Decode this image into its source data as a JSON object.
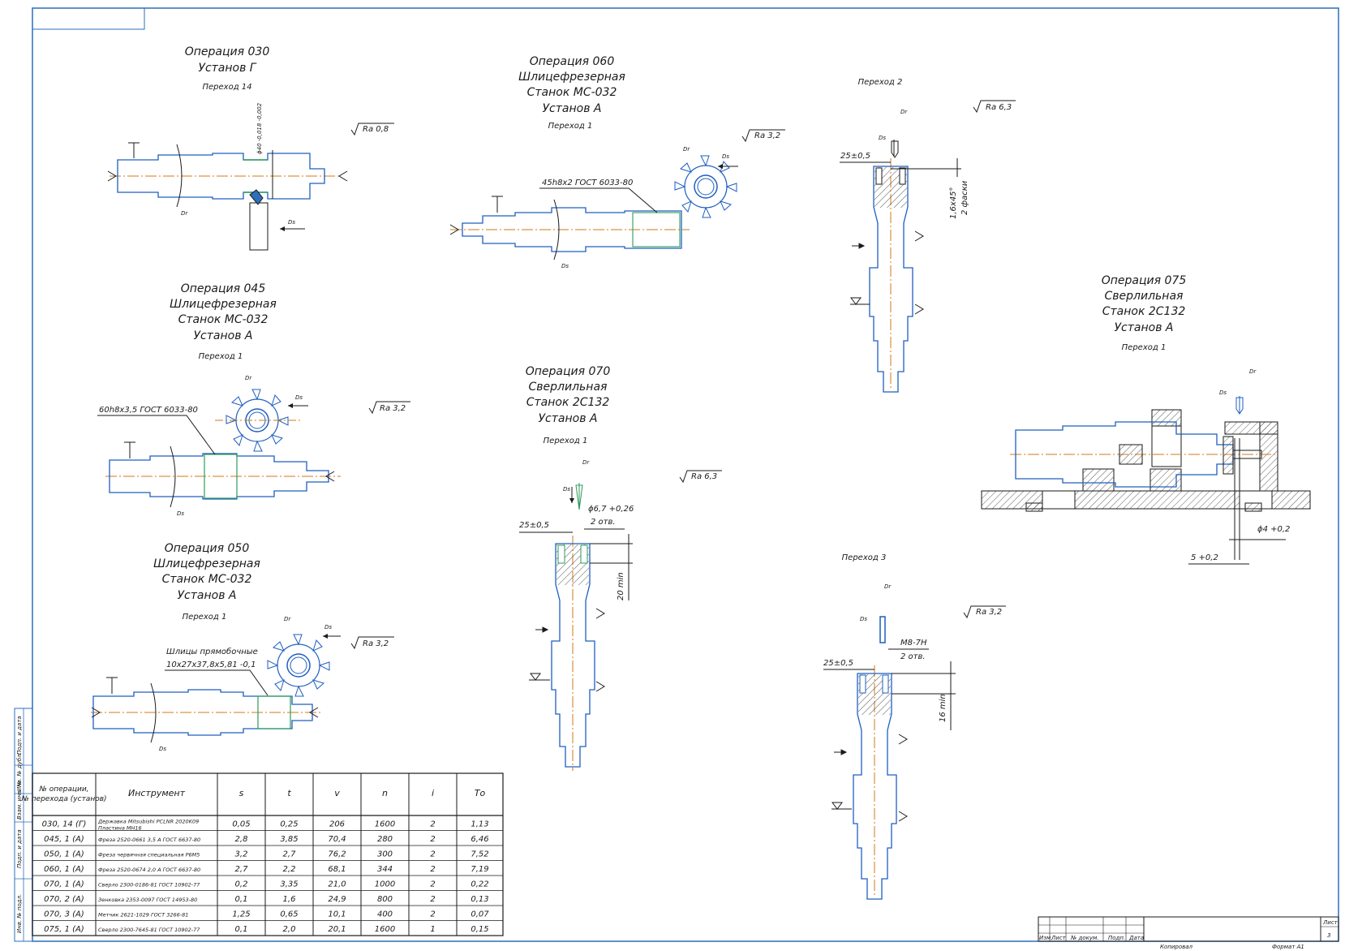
{
  "colors": {
    "frame": "#2a6ebb",
    "part": "#1f5fc0",
    "axis": "#d07a1a",
    "text": "#1a1a1a",
    "hatch": "#333333",
    "green": "#2e9b5a"
  },
  "operations": {
    "op030": {
      "lines": [
        "Операция 030",
        "Установ Г"
      ],
      "transition": "Переход 14",
      "dim": "ϕ40 -0,018 -0,002",
      "roughness": "Ra 0,8"
    },
    "op045": {
      "lines": [
        "Операция 045",
        "Шлицефрезерная",
        "Станок МС-032",
        "Установ А"
      ],
      "transition": "Переход 1",
      "callout": "60h8x3,5 ГОСТ 6033-80",
      "roughness": "Ra 3,2"
    },
    "op050": {
      "lines": [
        "Операция 050",
        "Шлицефрезерная",
        "Станок МС-032",
        "Установ А"
      ],
      "transition": "Переход 1",
      "callout": [
        "Шлицы прямобочные",
        "10x27x37,8x5,81 -0,1"
      ],
      "roughness": "Ra 3,2"
    },
    "op060": {
      "lines": [
        "Операция 060",
        "Шлицефрезерная",
        "Станок МС-032",
        "Установ А"
      ],
      "transition": "Переход 1",
      "callout": "45h8x2 ГОСТ 6033-80",
      "roughness": "Ra 3,2"
    },
    "op070": {
      "lines": [
        "Операция 070",
        "Сверлильная",
        "Станок 2С132",
        "Установ А"
      ],
      "transition": "Переход 1",
      "dims": [
        "25±0,5",
        "ϕ6,7 +0,26",
        "2 отв.",
        "20 min"
      ],
      "roughness": "Ra 6,3"
    },
    "p2": {
      "transition": "Переход 2",
      "dims": [
        "25±0,5",
        "1,6x45°",
        "2 фаски"
      ],
      "roughness": "Ra 6,3"
    },
    "p3": {
      "transition": "Переход 3",
      "dims": [
        "25±0,5",
        "M8-7H",
        "2 отв.",
        "16 min"
      ],
      "roughness": "Ra 3,2"
    },
    "op075": {
      "lines": [
        "Операция 075",
        "Сверлильная",
        "Станок 2С132",
        "Установ А"
      ],
      "transition": "Переход 1",
      "dims": [
        "ϕ4 +0,2",
        "5 +0,2"
      ]
    }
  },
  "motion": {
    "ds": "Ds",
    "dr": "Dr"
  },
  "table": {
    "headers": [
      "№ операции,\n№ перехода (установ)",
      "Инструмент",
      "s",
      "t",
      "v",
      "n",
      "i",
      "То"
    ],
    "rows": [
      [
        "030, 14 (Г)",
        "Державка Mitsubishi PCLNR 2020K09 Пластина MH16",
        "0,05",
        "0,25",
        "206",
        "1600",
        "2",
        "1,13"
      ],
      [
        "045, 1 (А)",
        "Фреза 2520-0661 3,5 А ГОСТ 6637-80",
        "2,8",
        "3,85",
        "70,4",
        "280",
        "2",
        "6,46"
      ],
      [
        "050, 1 (А)",
        "Фреза червячная специальная Р6М5",
        "3,2",
        "2,7",
        "76,2",
        "300",
        "2",
        "7,52"
      ],
      [
        "060, 1 (А)",
        "Фреза 2520-0674 2,0 А ГОСТ 6637-80",
        "2,7",
        "2,2",
        "68,1",
        "344",
        "2",
        "7,19"
      ],
      [
        "070, 1 (А)",
        "Сверло 2300-0186-81 ГОСТ 10902-77",
        "0,2",
        "3,35",
        "21,0",
        "1000",
        "2",
        "0,22"
      ],
      [
        "070, 2 (А)",
        "Зенковка 2353-0097 ГОСТ 14953-80",
        "0,1",
        "1,6",
        "24,9",
        "800",
        "2",
        "0,13"
      ],
      [
        "070, 3 (А)",
        "Метчик 2621-1029 ГОСТ 3266-81",
        "1,25",
        "0,65",
        "10,1",
        "400",
        "2",
        "0,07"
      ],
      [
        "075, 1 (А)",
        "Сверло 2300-7645-81 ГОСТ 10902-77",
        "0,1",
        "2,0",
        "20,1",
        "1600",
        "1",
        "0,15"
      ]
    ]
  },
  "side_labels": [
    "Подп. и дата",
    "Инв. № дубл.",
    "Взам. инв. №",
    "Подп. и дата",
    "Инв. № подл."
  ],
  "title_block": {
    "cells": [
      "Изм.",
      "Лист",
      "№ докум.",
      "Подп.",
      "Дата"
    ],
    "sheet_label": "Лист",
    "sheet_no": "3",
    "copied": "Копировал",
    "format": "Формат  А1"
  }
}
